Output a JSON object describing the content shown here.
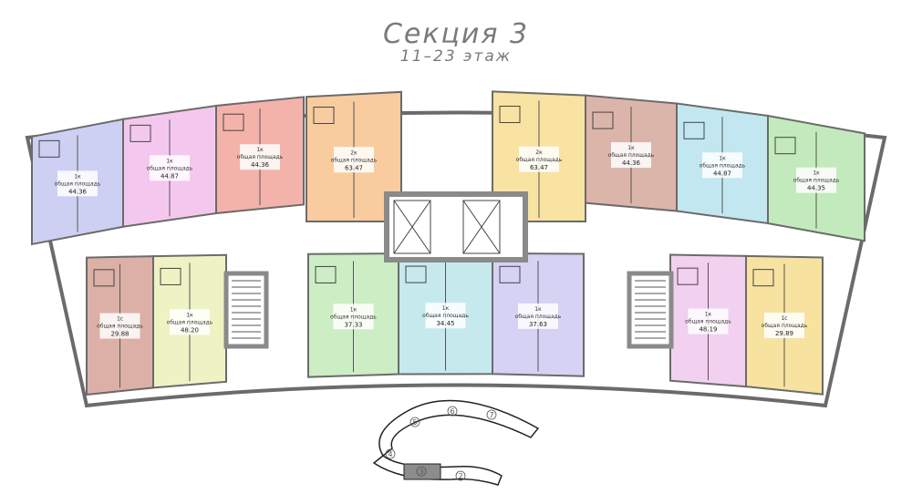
{
  "header": {
    "title": "Секция 3",
    "floors": "11–23 этаж"
  },
  "area_caption": "общая площадь",
  "colors": {
    "wall": "#6b6b6b",
    "core": "#8a8a8a",
    "highlight_section": "#8c8c8c"
  },
  "apartments_top": [
    {
      "type": "1к",
      "area": "44.36",
      "color": "#cdd0f2"
    },
    {
      "type": "1к",
      "area": "44.87",
      "color": "#f4c8ee"
    },
    {
      "type": "1к",
      "area": "44.36",
      "color": "#f4b3aa"
    },
    {
      "type": "2к",
      "area": "63.47",
      "color": "#f8cc9e"
    },
    {
      "type": "2к",
      "area": "63.47",
      "color": "#f8e3a2"
    },
    {
      "type": "1к",
      "area": "44.36",
      "color": "#dcb5aa"
    },
    {
      "type": "1к",
      "area": "44.87",
      "color": "#c2e7f0"
    },
    {
      "type": "1к",
      "area": "44.35",
      "color": "#c3eabc"
    }
  ],
  "apartments_bottom": [
    {
      "type": "1с",
      "area": "29.88",
      "color": "#dcb0a6"
    },
    {
      "type": "1к",
      "area": "48.20",
      "color": "#eff3c4"
    },
    {
      "type": "1к",
      "area": "37.33",
      "color": "#cdeec4"
    },
    {
      "type": "1к",
      "area": "34.45",
      "color": "#c6e9ee"
    },
    {
      "type": "1к",
      "area": "37.63",
      "color": "#d6d2f4"
    },
    {
      "type": "1к",
      "area": "48.19",
      "color": "#f2d0f0"
    },
    {
      "type": "1с",
      "area": "29.89",
      "color": "#f7e2a0"
    }
  ],
  "key_plan": {
    "sections": [
      "2",
      "3",
      "4",
      "5",
      "6",
      "7"
    ],
    "current": "3"
  }
}
